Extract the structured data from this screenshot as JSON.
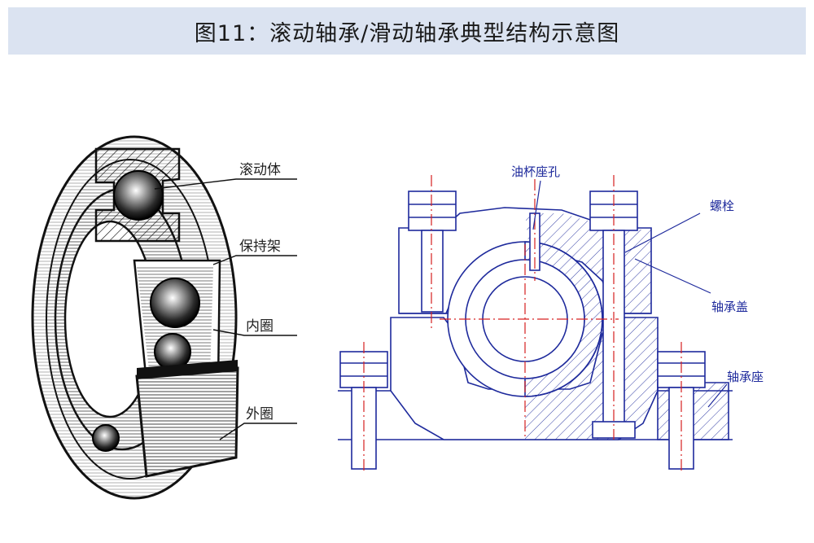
{
  "title": "图11：滚动轴承/滑动轴承典型结构示意图",
  "rolling_bearing": {
    "labels": {
      "rolling_element": "滚动体",
      "cage": "保持架",
      "inner_ring": "内圈",
      "outer_ring": "外圈"
    }
  },
  "sliding_bearing": {
    "labels": {
      "oil_cup_hole": "油杯座孔",
      "bolt": "螺栓",
      "bearing_cap": "轴承盖",
      "bearing_seat": "轴承座"
    }
  },
  "colors": {
    "title_bar": "#dbe3f1",
    "line_blue": "#1e2a9c",
    "center_red": "#d62020",
    "ink": "#111111"
  }
}
